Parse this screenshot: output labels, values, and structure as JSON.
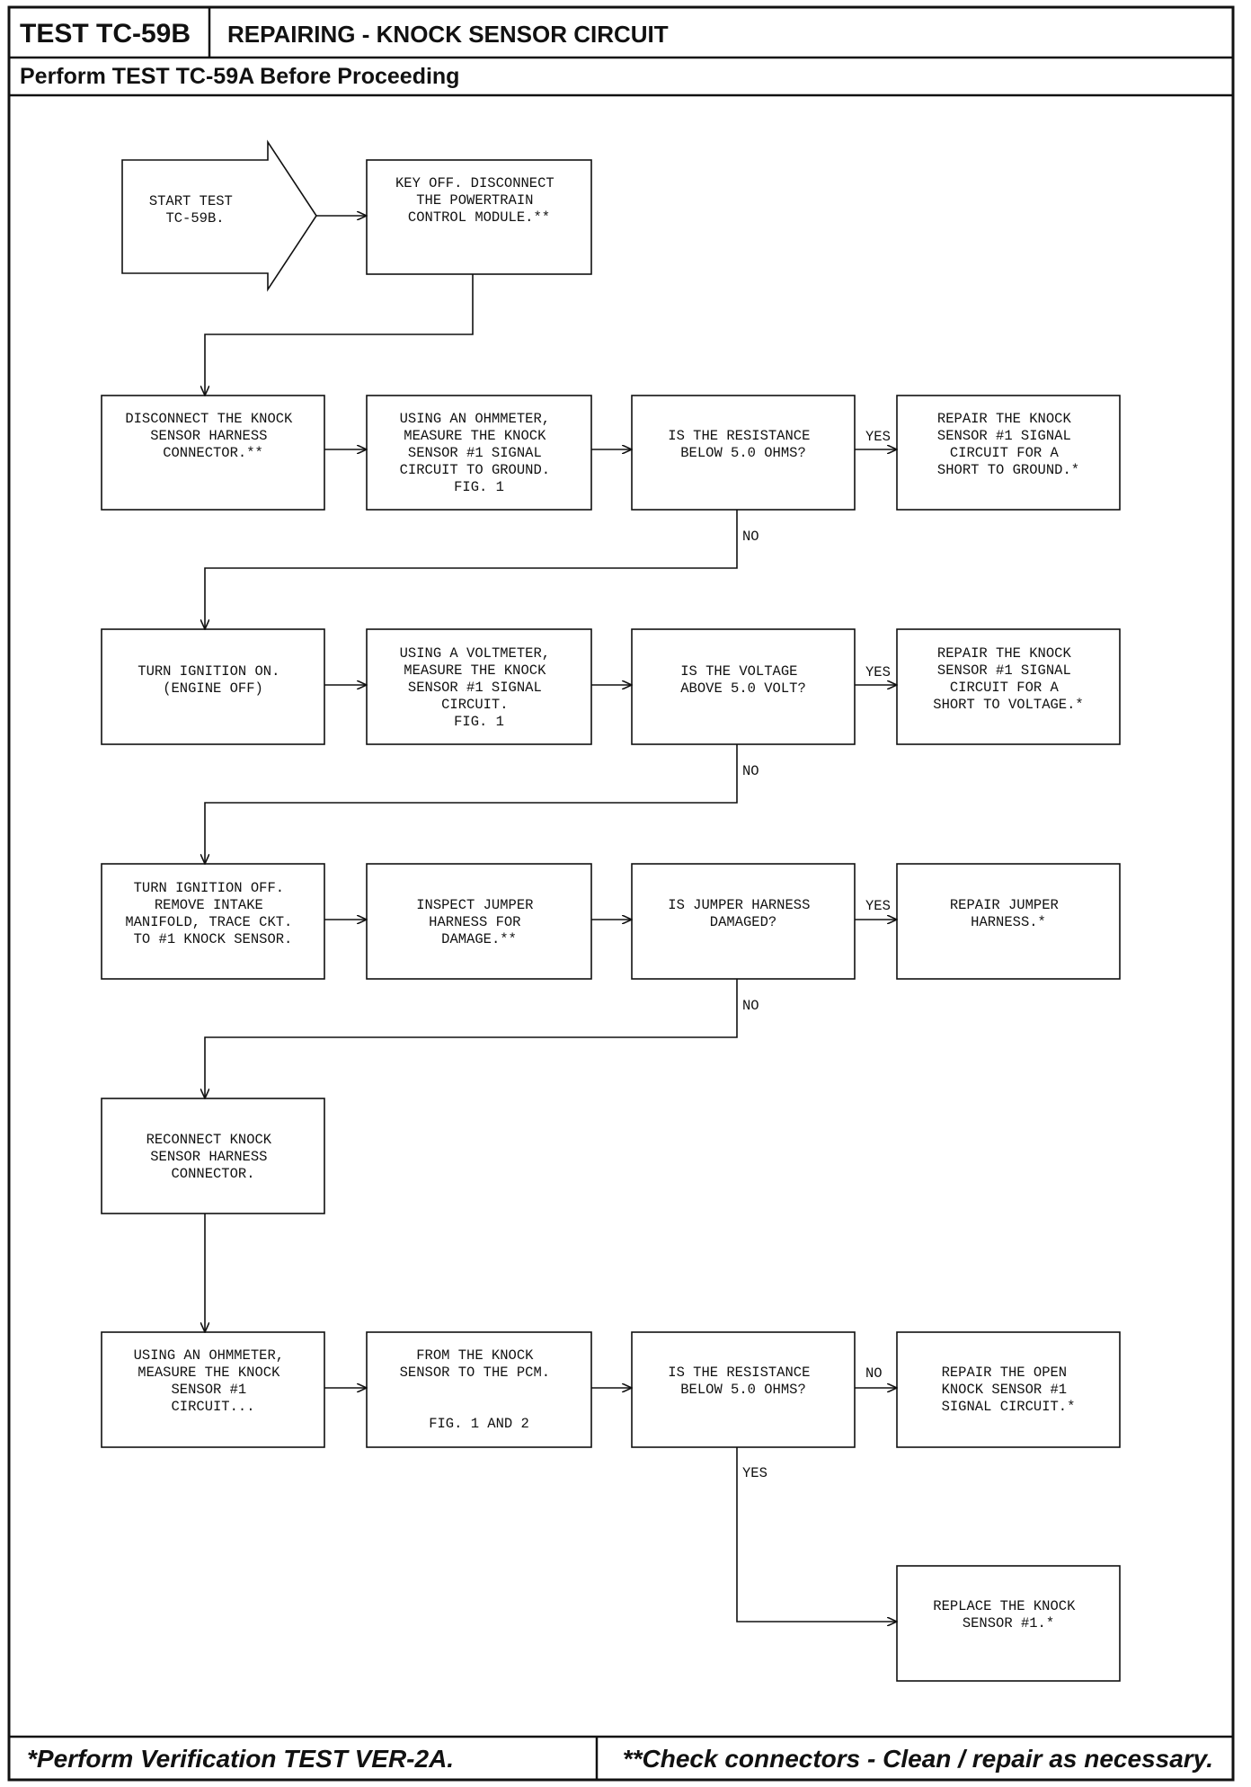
{
  "header": {
    "test_id": "TEST TC-59B",
    "title": "REPAIRING - KNOCK SENSOR CIRCUIT",
    "subtitle": "Perform TEST TC-59A Before Proceeding"
  },
  "footer": {
    "left": "*Perform Verification TEST VER-2A.",
    "right": "**Check connectors - Clean / repair as necessary."
  },
  "nodes": {
    "start": [
      "START TEST",
      "TC-59B."
    ],
    "keyoff": [
      "KEY OFF. DISCONNECT",
      "THE POWERTRAIN",
      "CONTROL MODULE.**"
    ],
    "disc_knock": [
      "DISCONNECT THE KNOCK",
      "SENSOR HARNESS",
      "CONNECTOR.**"
    ],
    "ohm1": [
      "USING AN OHMMETER,",
      "MEASURE THE KNOCK",
      "SENSOR #1 SIGNAL",
      "CIRCUIT TO GROUND.",
      "FIG. 1"
    ],
    "q_res1": [
      "IS THE RESISTANCE",
      "BELOW 5.0 OHMS?"
    ],
    "rep_ground": [
      "REPAIR THE KNOCK",
      "SENSOR #1 SIGNAL",
      "CIRCUIT FOR A",
      "SHORT TO GROUND.*"
    ],
    "ign_on": [
      "TURN IGNITION ON.",
      "(ENGINE OFF)"
    ],
    "volt": [
      "USING A VOLTMETER,",
      "MEASURE THE KNOCK",
      "SENSOR #1 SIGNAL",
      "CIRCUIT.",
      "FIG. 1"
    ],
    "q_volt": [
      "IS THE VOLTAGE",
      "ABOVE 5.0 VOLT?"
    ],
    "rep_voltage": [
      "REPAIR THE KNOCK",
      "SENSOR #1 SIGNAL",
      "CIRCUIT FOR A",
      "SHORT TO VOLTAGE.*"
    ],
    "ign_off": [
      "TURN IGNITION OFF.",
      "REMOVE INTAKE",
      "MANIFOLD, TRACE CKT.",
      "TO #1 KNOCK SENSOR."
    ],
    "inspect": [
      "INSPECT JUMPER",
      "HARNESS FOR",
      "DAMAGE.**"
    ],
    "q_jumper": [
      "IS JUMPER HARNESS",
      "DAMAGED?"
    ],
    "rep_jumper": [
      "REPAIR JUMPER",
      "HARNESS.*"
    ],
    "reconnect": [
      "RECONNECT KNOCK",
      "SENSOR HARNESS",
      "CONNECTOR."
    ],
    "ohm2": [
      "USING AN OHMMETER,",
      "MEASURE THE KNOCK",
      "SENSOR #1",
      "CIRCUIT..."
    ],
    "from_knock": [
      "FROM THE KNOCK",
      "SENSOR TO THE PCM.",
      "",
      "FIG. 1 AND 2"
    ],
    "q_res2": [
      "IS THE RESISTANCE",
      "BELOW 5.0 OHMS?"
    ],
    "rep_open": [
      "REPAIR THE OPEN",
      "KNOCK SENSOR #1",
      "SIGNAL CIRCUIT.*"
    ],
    "replace": [
      "REPLACE THE KNOCK",
      "SENSOR #1.*"
    ]
  },
  "branch_labels": {
    "yes1": "YES",
    "no1": "NO",
    "yes2": "YES",
    "no2": "NO",
    "yes3": "YES",
    "no3": "NO",
    "no4": "NO",
    "yes4": "YES"
  }
}
